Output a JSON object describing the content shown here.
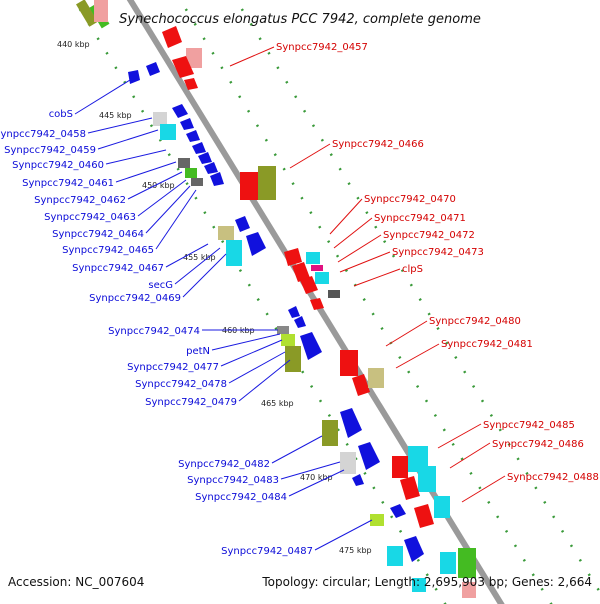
{
  "title": "Synechococcus elongatus PCC 7942, complete genome",
  "footer": {
    "accession": "Accession: NC_007604",
    "topology": "Topology: circular; Length: 2,695,903 bp; Genes: 2,664"
  },
  "colors": {
    "backbone": "#9a9a9a",
    "forward_label": "#0b0bd8",
    "reverse_label": "#d40000",
    "dots": "#3a9a3a",
    "leader_forward": "#1a1ae0",
    "leader_reverse": "#e01010"
  },
  "scale_ticks": [
    "440 kbp",
    "445 kbp",
    "450 kbp",
    "455 kbp",
    "460 kbp",
    "465 kbp",
    "470 kbp",
    "475 kbp"
  ],
  "forward_genes": [
    {
      "label": "cobS"
    },
    {
      "label": "Synpcc7942_0458"
    },
    {
      "label": "Synpcc7942_0459"
    },
    {
      "label": "Synpcc7942_0460"
    },
    {
      "label": "Synpcc7942_0461"
    },
    {
      "label": "Synpcc7942_0462"
    },
    {
      "label": "Synpcc7942_0463"
    },
    {
      "label": "Synpcc7942_0464"
    },
    {
      "label": "Synpcc7942_0465"
    },
    {
      "label": "Synpcc7942_0467"
    },
    {
      "label": "secG"
    },
    {
      "label": "Synpcc7942_0469"
    },
    {
      "label": "Synpcc7942_0474"
    },
    {
      "label": "petN"
    },
    {
      "label": "Synpcc7942_0477"
    },
    {
      "label": "Synpcc7942_0478"
    },
    {
      "label": "Synpcc7942_0479"
    },
    {
      "label": "Synpcc7942_0482"
    },
    {
      "label": "Synpcc7942_0483"
    },
    {
      "label": "Synpcc7942_0484"
    },
    {
      "label": "Synpcc7942_0487"
    }
  ],
  "reverse_genes": [
    {
      "label": "Synpcc7942_0457"
    },
    {
      "label": "Synpcc7942_0466"
    },
    {
      "label": "Synpcc7942_0470"
    },
    {
      "label": "Synpcc7942_0471"
    },
    {
      "label": "Synpcc7942_0472"
    },
    {
      "label": "Synpcc7942_0473"
    },
    {
      "label": "clpS"
    },
    {
      "label": "Synpcc7942_0480"
    },
    {
      "label": "Synpcc7942_0481"
    },
    {
      "label": "Synpcc7942_0485"
    },
    {
      "label": "Synpcc7942_0486"
    },
    {
      "label": "Synpcc7942_0488"
    }
  ]
}
